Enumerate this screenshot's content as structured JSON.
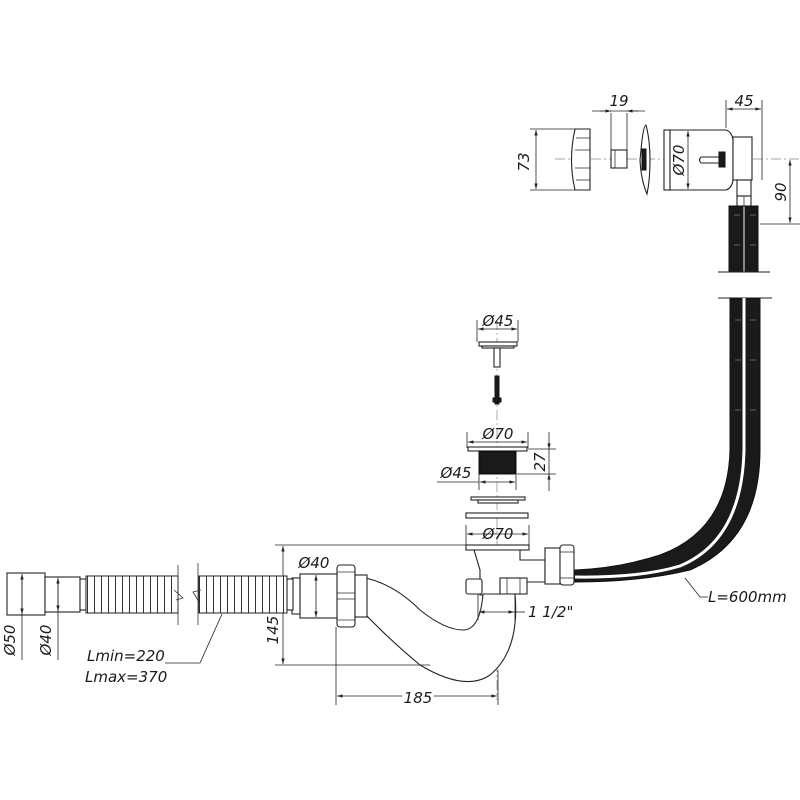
{
  "drawing": {
    "title": "Bath drain-overflow siphon assembly",
    "overflow_unit": {
      "cap_height": "73",
      "nut_width": "19",
      "body_diameter": "Ø70",
      "body_depth": "45",
      "outlet_offset": "90"
    },
    "drain_unit": {
      "plug_diameter": "Ø45",
      "flange_diameter": "Ø70",
      "thread_diameter": "Ø45",
      "thread_height": "27",
      "gasket_diameter": "Ø70"
    },
    "trap": {
      "inlet_diameter": "Ø40",
      "height": "145",
      "length": "185",
      "thread_size": "1 1/2\""
    },
    "corrugated_hose": {
      "end_diameter_outer": "Ø50",
      "end_diameter_inner": "Ø40",
      "length_min": "Lmin=220",
      "length_max": "Lmax=370"
    },
    "overflow_hose": {
      "length": "L=600mm"
    }
  }
}
